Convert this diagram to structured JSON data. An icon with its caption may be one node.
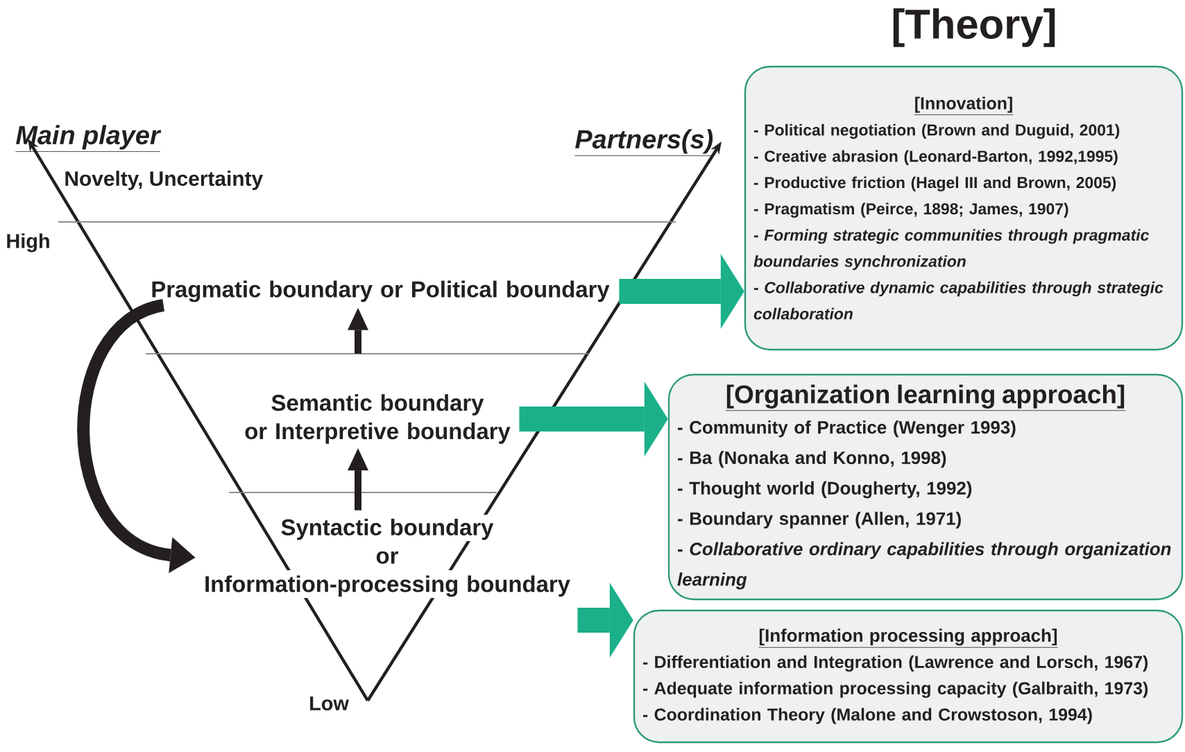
{
  "diagram": {
    "nodes": [
      {
        "text": [
          "Pragmatic boundary or Political boundary"
        ]
      },
      {
        "text": [
          "Semantic boundary or Interpretive boundary"
        ]
      },
      {
        "text": [
          "Syntactic boundary or Information-processing boundary"
        ]
      },
      {
        "text": [
          "[Innovation]",
          "- Political negotiation (Brown and Duguid, 2001)",
          "- Creative abrasion (Leonard-Barton, 1992,1995)",
          "- Productive friction (Hagel III and Brown, 2005)",
          "- Pragmatism (Peirce, 1898; James, 1907)",
          "- *Forming strategic communities through pragmatic boundaries synchronization*",
          "- *Collaborative dynamic capabilities through strategic collaboration*"
        ]
      },
      {
        "text": [
          "[Organization learning approach]",
          "- Community of Practice (Wenger 1993)",
          "- Ba (Nonaka and Konno, 1998)",
          "- Thought world (Dougherty, 1992)",
          "- Boundary spanner (Allen, 1971)",
          "- *Collaborative ordinary capabilities through organization learning*"
        ]
      },
      {
        "text": [
          "[Information processing approach]",
          "- Differentiation and Integration (Lawrence and Lorsch, 1967)",
          "- Adequate information processing capacity (Galbraith, 1973)",
          "- Coordination Theory (Malone and Crowstoson, 1994)"
        ]
      }
    ],
    "edges": [
      {
        "from": 2,
        "to": 1,
        "arrow": "to"
      },
      {
        "from": 1,
        "to": 0,
        "arrow": "to"
      },
      {
        "from": 0,
        "to": 2,
        "arrow": "to"
      },
      {
        "from": 0,
        "to": 3,
        "arrow": "to",
        "style": "thick",
        "color": "#1bb08a"
      },
      {
        "from": 1,
        "to": 4,
        "arrow": "to",
        "style": "thick",
        "color": "#1bb08a"
      },
      {
        "from": 2,
        "to": 5,
        "arrow": "to",
        "style": "thick",
        "color": "#1bb08a"
      }
    ],
    "labels": [
      "[Theory]",
      "Main player",
      "Partners(s)",
      "Novelty, Uncertainty",
      "High",
      "Low"
    ]
  }
}
